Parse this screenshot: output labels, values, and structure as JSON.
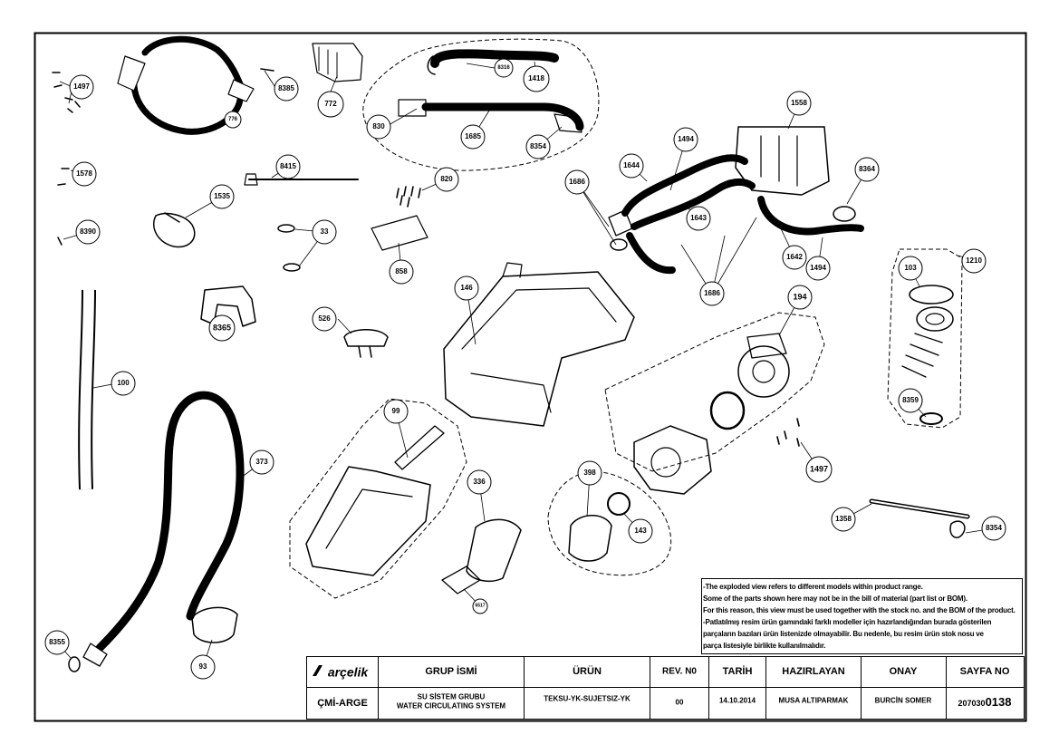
{
  "callouts": [
    {
      "id": "c1497a",
      "text": "1497"
    },
    {
      "id": "c8385",
      "text": "8385"
    },
    {
      "id": "c776",
      "text": "776"
    },
    {
      "id": "c772",
      "text": "772"
    },
    {
      "id": "c8316",
      "text": "8316"
    },
    {
      "id": "c1418",
      "text": "1418"
    },
    {
      "id": "c830",
      "text": "830"
    },
    {
      "id": "c1685",
      "text": "1685"
    },
    {
      "id": "c8354a",
      "text": "8354"
    },
    {
      "id": "c1558",
      "text": "1558"
    },
    {
      "id": "c1494a",
      "text": "1494"
    },
    {
      "id": "c1644",
      "text": "1644"
    },
    {
      "id": "c1686a",
      "text": "1686"
    },
    {
      "id": "c1643",
      "text": "1643"
    },
    {
      "id": "c8364",
      "text": "8364"
    },
    {
      "id": "c1642",
      "text": "1642"
    },
    {
      "id": "c1494b",
      "text": "1494"
    },
    {
      "id": "c1686b",
      "text": "1686"
    },
    {
      "id": "c1578",
      "text": "1578"
    },
    {
      "id": "c8415",
      "text": "8415"
    },
    {
      "id": "c820",
      "text": "820"
    },
    {
      "id": "c1535",
      "text": "1535"
    },
    {
      "id": "c8390",
      "text": "8390"
    },
    {
      "id": "c33",
      "text": "33"
    },
    {
      "id": "c858",
      "text": "858"
    },
    {
      "id": "c146",
      "text": "146"
    },
    {
      "id": "c194",
      "text": "194"
    },
    {
      "id": "c1210",
      "text": "1210"
    },
    {
      "id": "c103",
      "text": "103"
    },
    {
      "id": "c8359",
      "text": "8359"
    },
    {
      "id": "c8365",
      "text": "8365"
    },
    {
      "id": "c526",
      "text": "526"
    },
    {
      "id": "c100",
      "text": "100"
    },
    {
      "id": "c99",
      "text": "99"
    },
    {
      "id": "c373",
      "text": "373"
    },
    {
      "id": "c336",
      "text": "336"
    },
    {
      "id": "c398",
      "text": "398"
    },
    {
      "id": "c143",
      "text": "143"
    },
    {
      "id": "c1497b",
      "text": "1497"
    },
    {
      "id": "c1358",
      "text": "1358"
    },
    {
      "id": "c8354b",
      "text": "8354"
    },
    {
      "id": "c6517",
      "text": "6517"
    },
    {
      "id": "c8355",
      "text": "8355"
    },
    {
      "id": "c93",
      "text": "93"
    }
  ],
  "note_lines": [
    "-The exploded view refers to different models within product range.",
    "Some of the parts shown here may not be in the bill of material (part list or BOM).",
    "For this reason, this view must be used together with the stock no. and the BOM of the product.",
    "-Patlatılmış resim ürün gamındaki farklı modeller için hazırlandığından burada gösterilen",
    "parçaların bazıları ürün listenizde olmayabilir. Bu nedenle, bu resim ürün stok nosu ve",
    "parça listesiyle birlikte kullanılmalıdır."
  ],
  "title_block": {
    "brand": "arçelik",
    "grup_ismi_header": "GRUP İSMİ",
    "urun_header": "ÜRÜN",
    "rev_header": "REV. N0",
    "tarih_header": "TARİH",
    "hazirlayan_header": "HAZIRLAYAN",
    "onay_header": "ONAY",
    "sayfa_header": "SAYFA NO",
    "company_code": "ÇMİ-ARGE",
    "group_name_tr": "SU SİSTEM GRUBU",
    "group_name_en": "WATER CIRCULATING SYSTEM",
    "product": "TEKSU-YK-SUJETSIZ-YK",
    "rev_value": "00",
    "date": "14.10.2014",
    "prepared_by": "MUSA ALTIPARMAK",
    "approved_by": "BURCİN SOMER",
    "page_prefix": "207030",
    "page_number": "0138"
  }
}
